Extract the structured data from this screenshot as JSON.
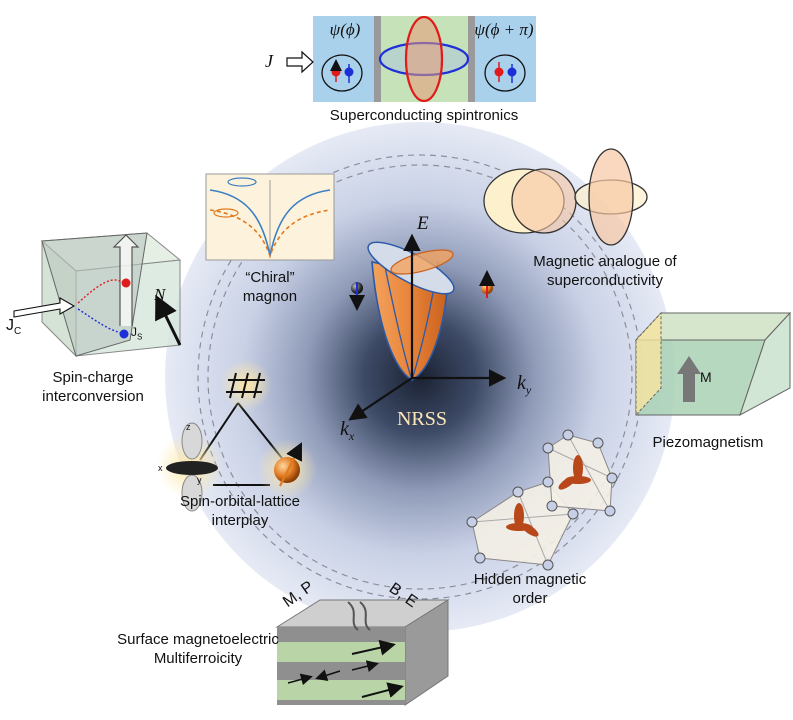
{
  "center": {
    "label": "NRSS",
    "axis_energy": "E",
    "axis_kx": "k",
    "axis_kx_sub": "x",
    "axis_ky": "k",
    "axis_ky_sub": "y"
  },
  "topics": {
    "superconducting_spintronics": {
      "label": "Superconducting spintronics",
      "current": "J",
      "psi_left": "ψ(ϕ)",
      "psi_right": "ψ(ϕ + π)"
    },
    "chiral_magnon": {
      "line1": "“Chiral”",
      "line2": "magnon"
    },
    "magnetic_analogue": {
      "line1": "Magnetic analogue of",
      "line2": "superconductivity"
    },
    "spin_charge": {
      "line1": "Spin-charge",
      "line2": "interconversion",
      "jc": "J",
      "jc_sub": "C",
      "js": "J",
      "js_sub": "S",
      "n": "N"
    },
    "piezomagnetism": {
      "label": "Piezomagnetism",
      "m": "M"
    },
    "spin_orbital_lattice": {
      "line1": "Spin-orbital-lattice",
      "line2": "interplay",
      "ax_z": "z",
      "ax_x": "x",
      "ax_y": "y"
    },
    "hidden_order": {
      "line1": "Hidden magnetic",
      "line2": "order"
    },
    "surface_me": {
      "line1": "Surface magnetoelectric",
      "line2": "Multiferroicity",
      "mp": "M, P",
      "be": "B, E"
    }
  },
  "colors": {
    "disk_light": "#e3e8f4",
    "center_dark": "#1b2233",
    "sc_panel": "#a9d1ec",
    "sc_middle": "#c6e2b9",
    "spin_up": "#e01b1b",
    "spin_down": "#1d2fd6",
    "cone_orange": "#e8843a",
    "cone_blue": "#2b5aa8"
  }
}
